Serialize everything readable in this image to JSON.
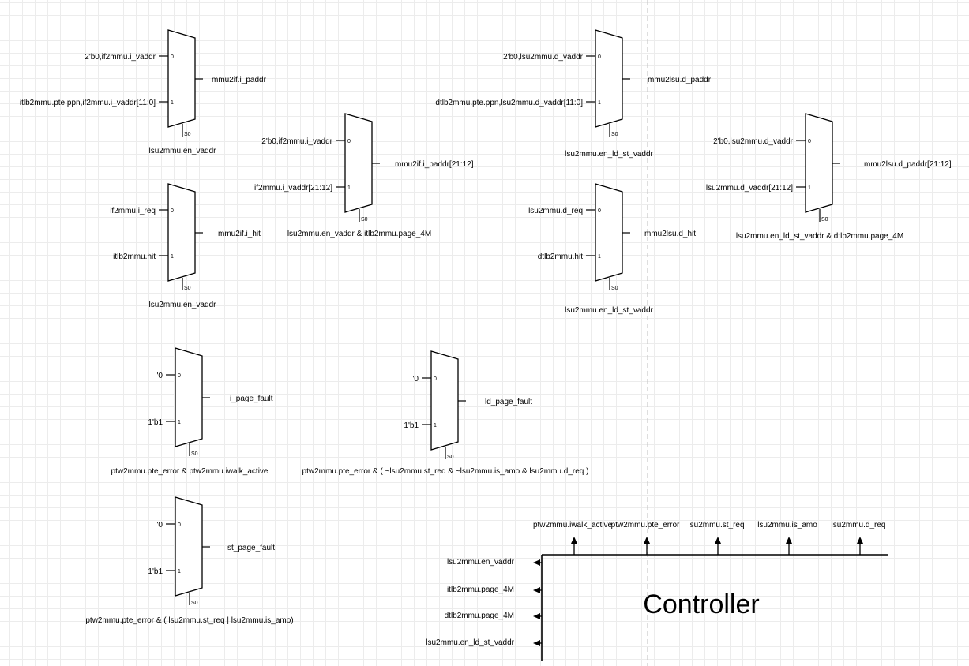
{
  "muxes": [
    {
      "id": "mux-i-paddr",
      "in0": "2'b0,if2mmu.i_vaddr",
      "in1": "itlb2mmu.pte.ppn,if2mmu.i_vaddr[11:0]",
      "out": "mmu2if.i_paddr",
      "sel": "lsu2mmu.en_vaddr"
    },
    {
      "id": "mux-i-paddr-hi",
      "in0": "2'b0,if2mmu.i_vaddr",
      "in1": "if2mmu.i_vaddr[21:12]",
      "out": "mmu2if.i_paddr[21:12]",
      "sel": "lsu2mmu.en_vaddr & itlb2mmu.page_4M"
    },
    {
      "id": "mux-i-hit",
      "in0": "if2mmu.i_req",
      "in1": "itlb2mmu.hit",
      "out": "mmu2if.i_hit",
      "sel": "lsu2mmu.en_vaddr"
    },
    {
      "id": "mux-d-paddr",
      "in0": "2'b0,lsu2mmu.d_vaddr",
      "in1": "dtlb2mmu.pte.ppn,lsu2mmu.d_vaddr[11:0]",
      "out": "mmu2lsu.d_paddr",
      "sel": "lsu2mmu.en_ld_st_vaddr"
    },
    {
      "id": "mux-d-paddr-hi",
      "in0": "2'b0,lsu2mmu.d_vaddr",
      "in1": "lsu2mmu.d_vaddr[21:12]",
      "out": "mmu2lsu.d_paddr[21:12]",
      "sel": "lsu2mmu.en_ld_st_vaddr & dtlb2mmu.page_4M"
    },
    {
      "id": "mux-d-hit",
      "in0": "lsu2mmu.d_req",
      "in1": "dtlb2mmu.hit",
      "out": "mmu2lsu.d_hit",
      "sel": "lsu2mmu.en_ld_st_vaddr"
    },
    {
      "id": "mux-i-page-fault",
      "in0": "'0",
      "in1": "1'b1",
      "out": "i_page_fault",
      "sel": "ptw2mmu.pte_error & ptw2mmu.iwalk_active"
    },
    {
      "id": "mux-ld-page-fault",
      "in0": "'0",
      "in1": "1'b1",
      "out": "ld_page_fault",
      "sel": "ptw2mmu.pte_error & ( ~lsu2mmu.st_req & ~lsu2mmu.is_amo & lsu2mmu.d_req )"
    },
    {
      "id": "mux-st-page-fault",
      "in0": "'0",
      "in1": "1'b1",
      "out": "st_page_fault",
      "sel": "ptw2mmu.pte_error & ( lsu2mmu.st_req | lsu2mmu.is_amo)"
    }
  ],
  "pins": {
    "in0": "0",
    "in1": "1",
    "sel": "S0"
  },
  "controller": {
    "title": "Controller",
    "inputs": [
      "ptw2mmu.iwalk_active",
      "ptw2mmu.pte_error",
      "lsu2mmu.st_req",
      "lsu2mmu.is_amo",
      "lsu2mmu.d_req"
    ],
    "outputs": [
      "lsu2mmu.en_vaddr",
      "itlb2mmu.page_4M",
      "dtlb2mmu.page_4M",
      "lsu2mmu.en_ld_st_vaddr"
    ]
  }
}
